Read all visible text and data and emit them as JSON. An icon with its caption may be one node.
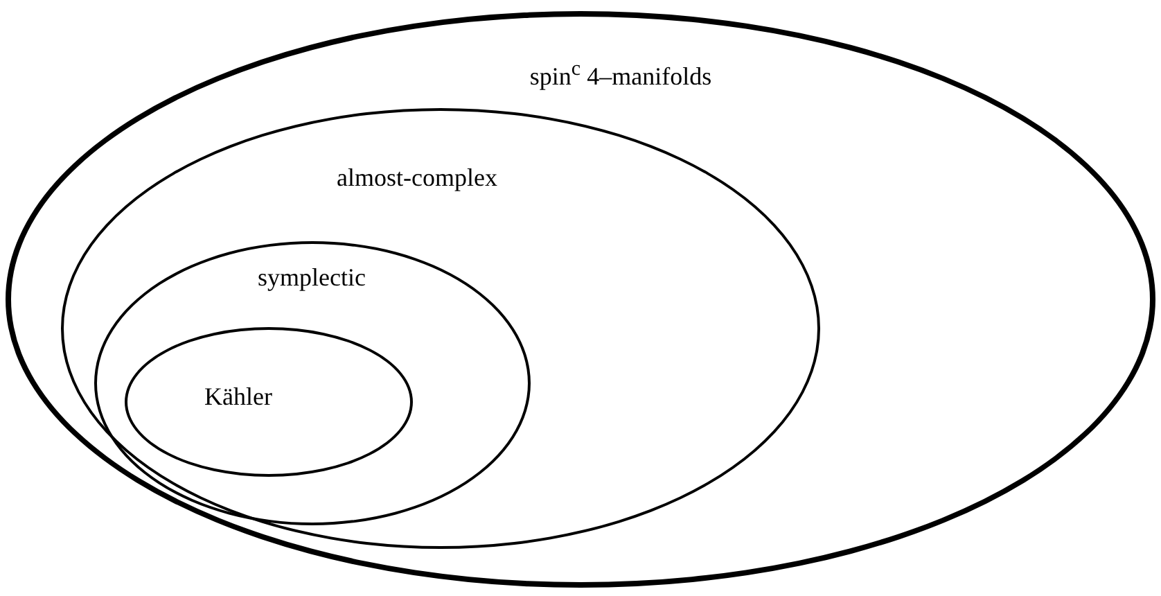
{
  "diagram": {
    "nodes": [
      {
        "text": [
          "spin$^{c}$ 4–manifolds"
        ]
      },
      {
        "text": [
          "almost-complex"
        ],
        "in": 0
      },
      {
        "text": [
          "symplectic"
        ],
        "in": 1
      },
      {
        "text": [
          "Kähler"
        ],
        "in": 2
      }
    ]
  }
}
